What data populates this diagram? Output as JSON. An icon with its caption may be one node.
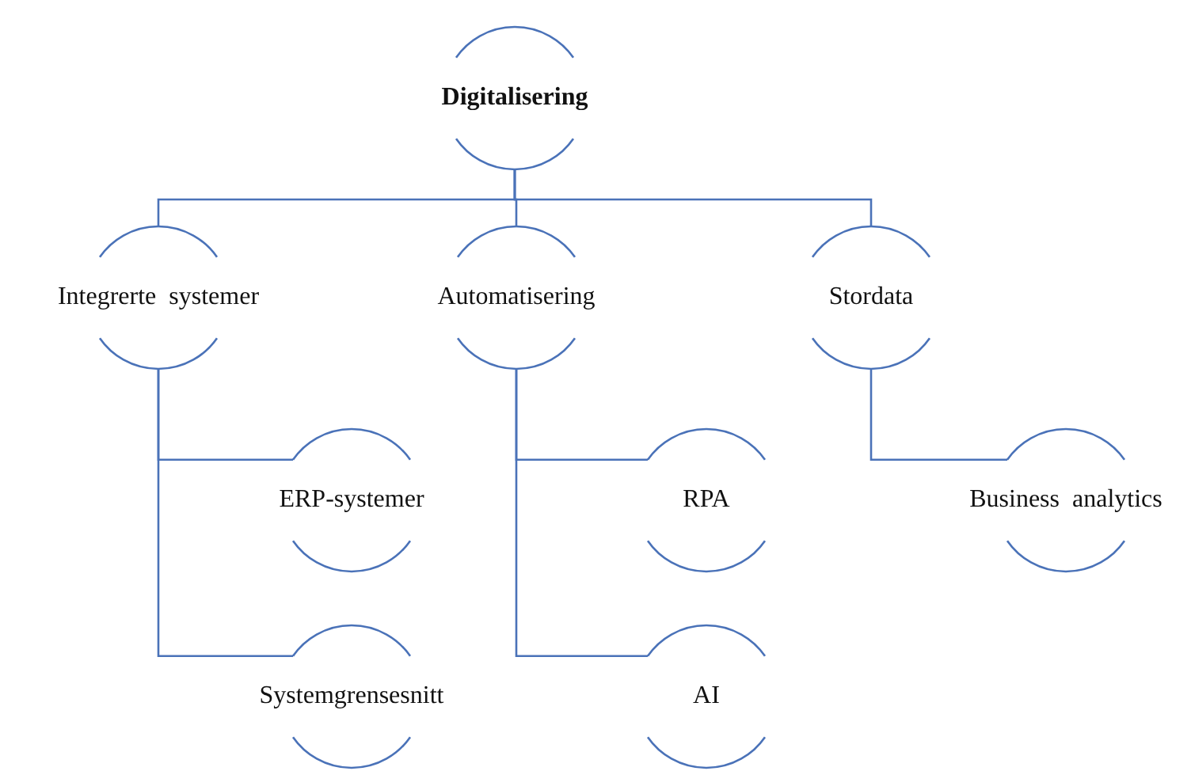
{
  "diagram": {
    "nodes": [
      {
        "text": [
          "Digitalisering"
        ]
      },
      {
        "text": [
          "Integrerte systemer"
        ]
      },
      {
        "text": [
          "Automatisering"
        ]
      },
      {
        "text": [
          "Stordata"
        ]
      },
      {
        "text": [
          "ERP-systemer"
        ]
      },
      {
        "text": [
          "Systemgrensesnitt"
        ]
      },
      {
        "text": [
          "RPA"
        ]
      },
      {
        "text": [
          "AI"
        ]
      },
      {
        "text": [
          "Business analytics"
        ]
      }
    ],
    "edges": [
      {
        "from": 0,
        "to": 1,
        "arrow": "none"
      },
      {
        "from": 0,
        "to": 2,
        "arrow": "none"
      },
      {
        "from": 0,
        "to": 3,
        "arrow": "none"
      },
      {
        "from": 1,
        "to": 4,
        "arrow": "none"
      },
      {
        "from": 1,
        "to": 5,
        "arrow": "none"
      },
      {
        "from": 2,
        "to": 6,
        "arrow": "none"
      },
      {
        "from": 2,
        "to": 7,
        "arrow": "none"
      },
      {
        "from": 3,
        "to": 8,
        "arrow": "none"
      }
    ]
  }
}
